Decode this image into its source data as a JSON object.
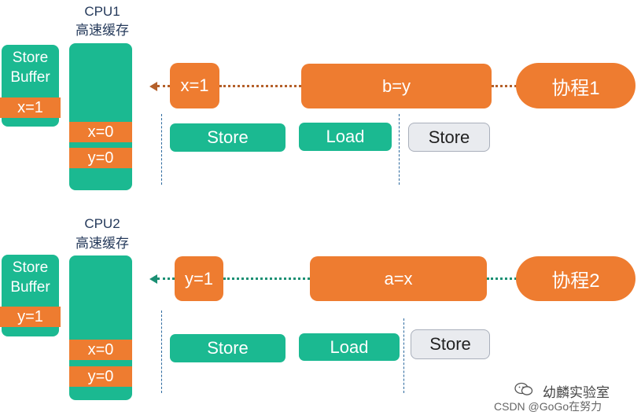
{
  "section1": {
    "cpu_label": "CPU1",
    "cache_label": "高速缓存",
    "store_buffer_label": "Store\nBuffer",
    "store_buffer_value": "x=1",
    "cache_values": [
      "x=0",
      "y=0"
    ],
    "write_value": "x=1",
    "load_value": "b=y",
    "coroutine": "协程1",
    "ops": [
      "Store",
      "Load",
      "Store"
    ]
  },
  "section2": {
    "cpu_label": "CPU2",
    "cache_label": "高速缓存",
    "store_buffer_label": "Store\nBuffer",
    "store_buffer_value": "y=1",
    "cache_values": [
      "x=0",
      "y=0"
    ],
    "write_value": "y=1",
    "load_value": "a=x",
    "coroutine": "协程2",
    "ops": [
      "Store",
      "Load",
      "Store"
    ]
  },
  "watermark": {
    "channel": "幼麟实验室",
    "credit": "CSDN @GoGo在努力"
  },
  "colors": {
    "teal": "#1bb991",
    "orange": "#ee7c30",
    "grey": "#e9ebef",
    "arrow1": "#b4602a",
    "arrow2": "#1a8f73"
  }
}
